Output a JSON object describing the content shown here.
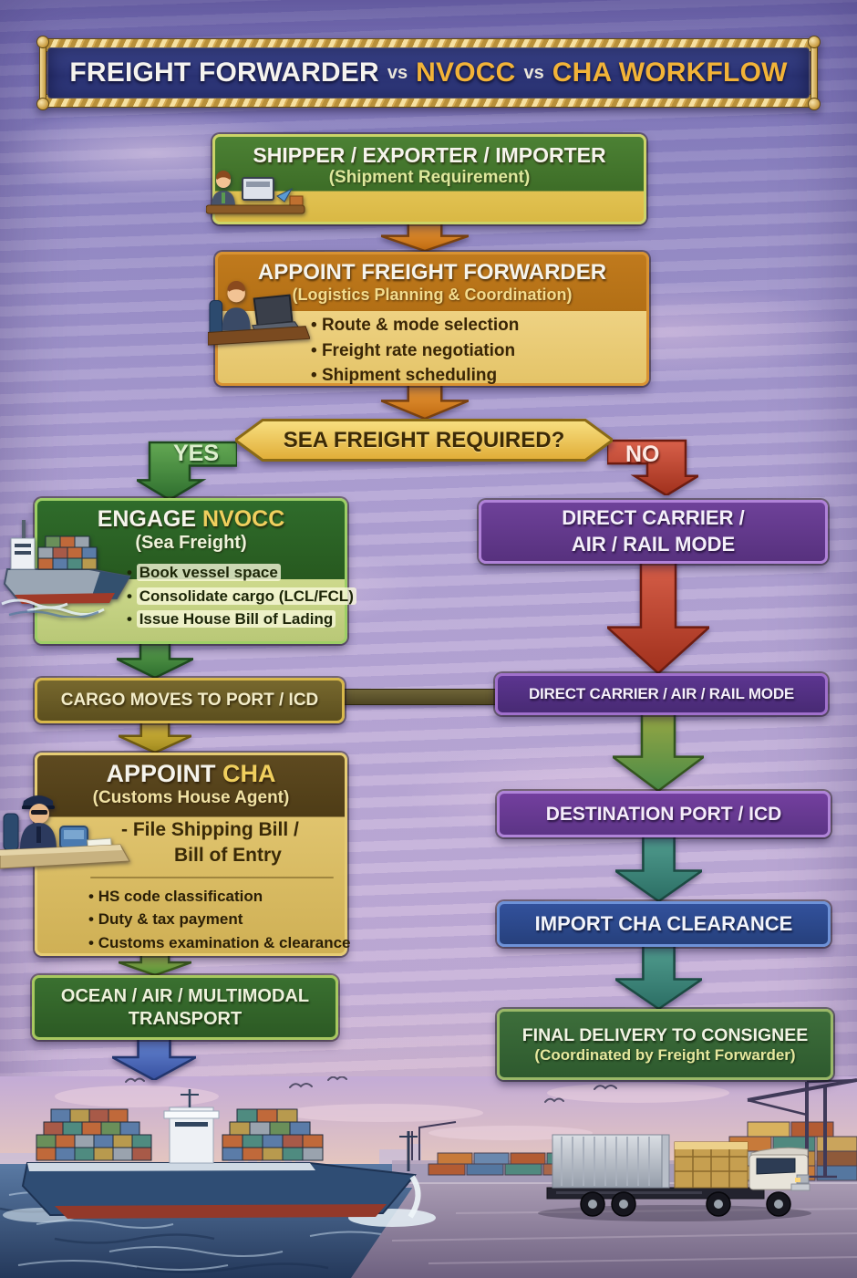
{
  "title": {
    "part1": "FREIGHT FORWARDER",
    "vs": "vs",
    "part2": "NVOCC",
    "part3": "CHA WORKFLOW"
  },
  "flow": {
    "shipper": {
      "title": "SHIPPER / EXPORTER / IMPORTER",
      "subtitle": "(Shipment Requirement)"
    },
    "forwarder": {
      "title": "APPOINT FREIGHT FORWARDER",
      "subtitle": "(Logistics Planning & Coordination)",
      "bullets": [
        "Route & mode selection",
        "Freight rate negotiation",
        "Shipment scheduling"
      ]
    },
    "decision": {
      "question": "SEA FREIGHT REQUIRED?",
      "yes": "YES",
      "no": "NO"
    },
    "nvocc": {
      "title_a": "ENGAGE",
      "title_b": "NVOCC",
      "subtitle": "(Sea Freight)",
      "bullets": [
        "Book vessel space",
        "Consolidate cargo (LCL/FCL)",
        "Issue House Bill of Lading"
      ]
    },
    "cargo_moves": {
      "label": "CARGO MOVES TO PORT / ICD"
    },
    "cha": {
      "title_a": "APPOINT",
      "title_b": "CHA",
      "subtitle": "(Customs House Agent)",
      "task_line1": "- File Shipping Bill /",
      "task_line2": "Bill of Entry",
      "bullets": [
        "HS code classification",
        "Duty & tax payment",
        "Customs examination & clearance"
      ]
    },
    "ocean_transport": {
      "line1": "OCEAN / AIR / MULTIMODAL",
      "line2": "TRANSPORT"
    },
    "direct_carrier": {
      "line1": "DIRECT CARRIER /",
      "line2": "AIR / RAIL MODE"
    },
    "direct_carrier_bar": {
      "label": "DIRECT CARRIER / AIR / RAIL MODE"
    },
    "destination": {
      "label": "DESTINATION PORT / ICD"
    },
    "import_cha": {
      "label": "IMPORT CHA CLEARANCE"
    },
    "final_delivery": {
      "title": "FINAL DELIVERY TO CONSIGNEE",
      "subtitle": "(Coordinated by Freight Forwarder)"
    }
  },
  "colors": {
    "banner_navy": "#2e3780",
    "banner_gold": "#f2b338",
    "yes_green": "#3e8040",
    "no_red": "#bf4530",
    "branch_purple": "#6e4199",
    "import_blue": "#32519c",
    "cargo_olive": "#6a5d26",
    "cha_brown": "#5e4a20",
    "hex_gold": "#f0c84f"
  },
  "icons": {
    "shipper": "person-at-desk",
    "forwarder": "person-with-laptop",
    "nvocc": "container-ship",
    "cha": "customs-officer",
    "footer": "port-scene-ship-and-truck"
  }
}
